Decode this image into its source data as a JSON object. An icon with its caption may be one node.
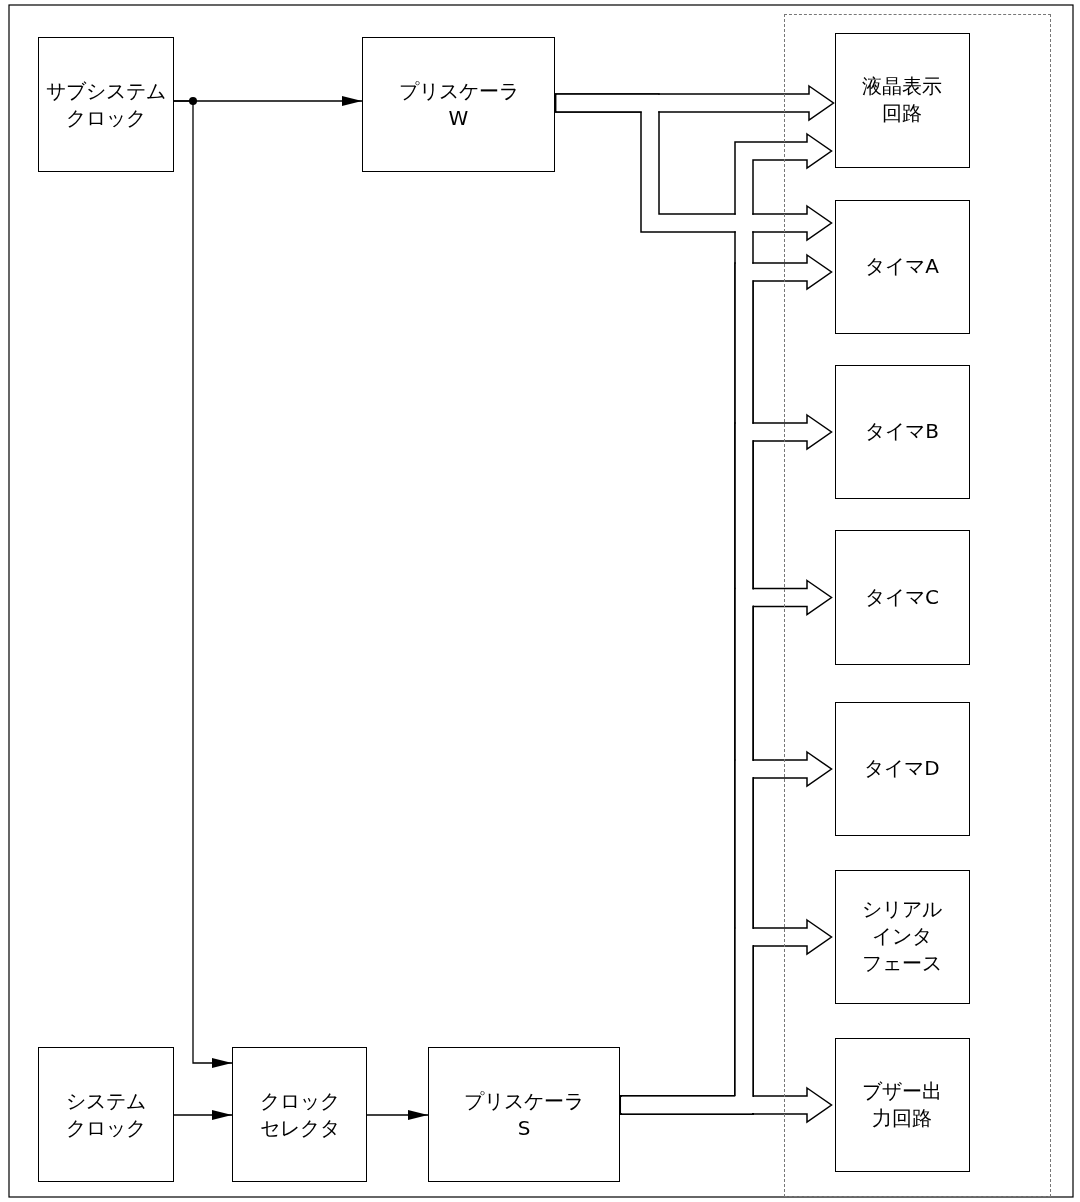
{
  "diagram": {
    "nodes": [
      {
        "text": [
          "サブシステムクロック"
        ]
      },
      {
        "text": [
          "プリスケーラW"
        ]
      },
      {
        "text": [],
        "shape": "box"
      },
      {
        "text": [
          "液晶表示回路"
        ],
        "in": 2
      },
      {
        "text": [
          "タイマA"
        ],
        "in": 2
      },
      {
        "text": [
          "タイマB"
        ],
        "in": 2
      },
      {
        "text": [
          "タイマC"
        ],
        "in": 2
      },
      {
        "text": [
          "タイマD"
        ],
        "in": 2
      },
      {
        "text": [
          "シリアルインタフェース"
        ],
        "in": 2
      },
      {
        "text": [
          "ブザー出力回路"
        ],
        "in": 2
      },
      {
        "text": [
          "システムクロック"
        ]
      },
      {
        "text": [
          "クロックセレクタ"
        ]
      },
      {
        "text": [
          "プリスケーラS"
        ]
      }
    ],
    "edges": [
      {
        "from": 0,
        "to": 1,
        "arrow": "to"
      },
      {
        "from": 0,
        "to": 11,
        "arrow": "to"
      },
      {
        "from": 10,
        "to": 11,
        "arrow": "to"
      },
      {
        "from": 11,
        "to": 12,
        "arrow": "to"
      },
      {
        "from": 1,
        "to": 3,
        "arrow": "to"
      },
      {
        "from": 1,
        "to": 4,
        "arrow": "to"
      },
      {
        "from": 12,
        "to": 3,
        "arrow": "to"
      },
      {
        "from": 12,
        "to": 4,
        "arrow": "to"
      },
      {
        "from": 12,
        "to": 5,
        "arrow": "to"
      },
      {
        "from": 12,
        "to": 6,
        "arrow": "to"
      },
      {
        "from": 12,
        "to": 7,
        "arrow": "to"
      },
      {
        "from": 12,
        "to": 8,
        "arrow": "to"
      },
      {
        "from": 12,
        "to": 9,
        "arrow": "to"
      }
    ]
  }
}
